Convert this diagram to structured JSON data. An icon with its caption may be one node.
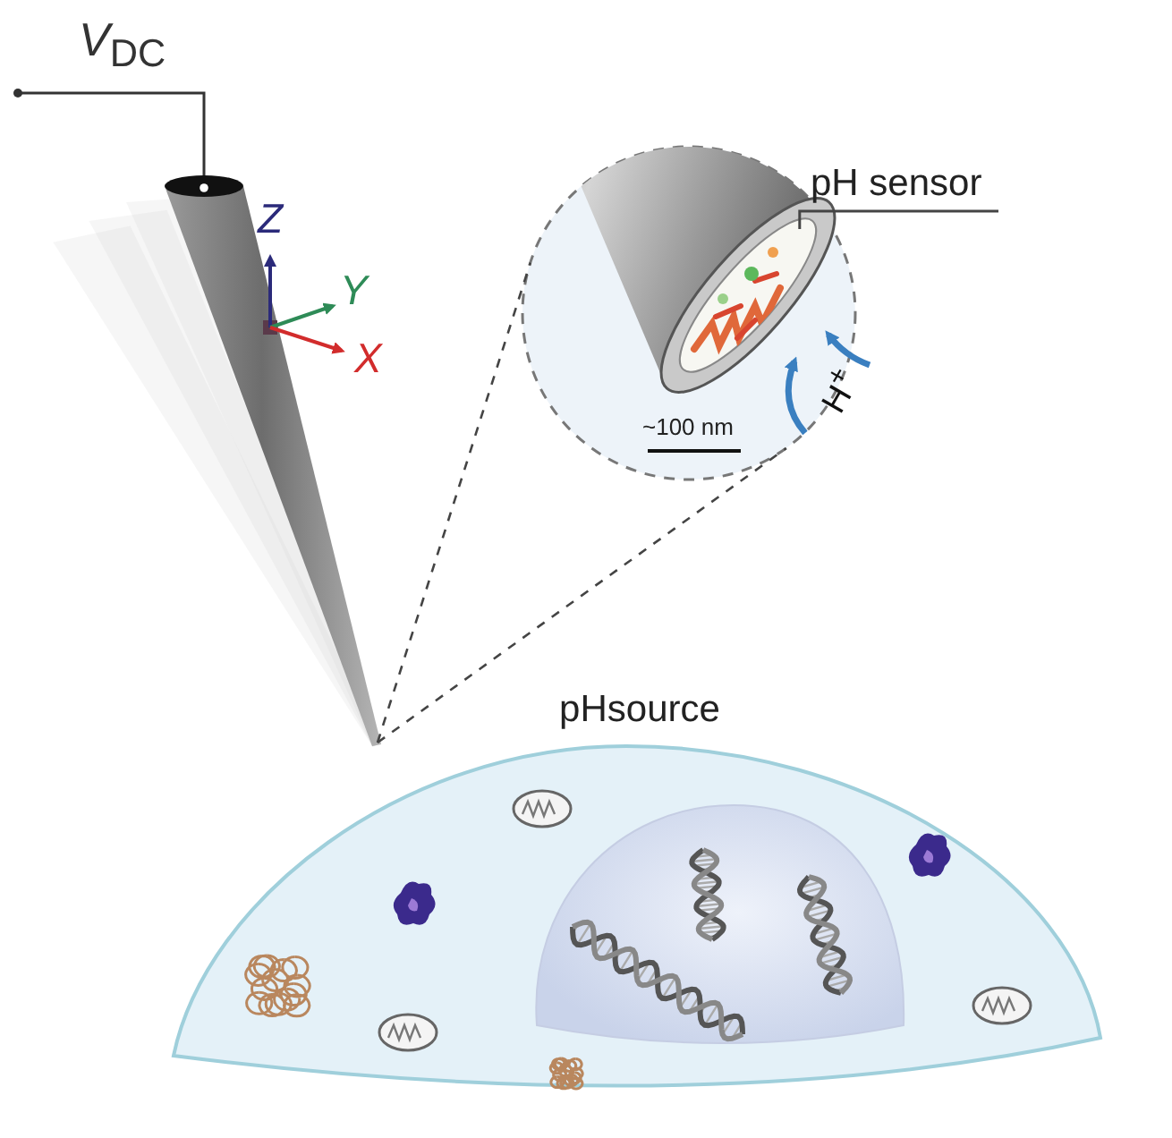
{
  "diagram": {
    "nodes": [
      {
        "text": [],
        "shape": "picture"
      },
      {
        "text": [],
        "shape": "circle"
      },
      {
        "text": [
          "pH sensor"
        ]
      },
      {
        "text": [],
        "shape": "picture",
        "in": 1
      },
      {
        "text": [
          "pHsource"
        ]
      }
    ],
    "edges": [
      {
        "from": 0,
        "to": 1,
        "arrow": "none",
        "style": "dashed"
      },
      {
        "from": 0,
        "to": 1,
        "arrow": "none",
        "style": "dashed"
      },
      {
        "from": 2,
        "to": 3,
        "arrow": "none"
      }
    ],
    "labels": [
      "*V*$_{DC}$",
      "Z",
      "Y",
      "X",
      "H$^{+}$",
      "~100 nm"
    ]
  }
}
